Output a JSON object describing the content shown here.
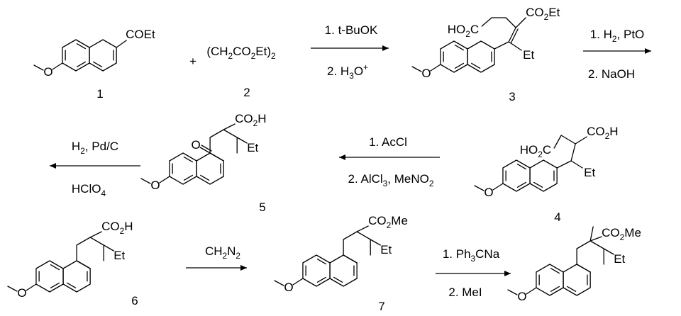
{
  "compounds": {
    "c1": {
      "number": "1",
      "group": "COEt"
    },
    "c2": {
      "number": "2",
      "formula": "(CH2CO2Et)2"
    },
    "c3": {
      "number": "3",
      "acid": "HO2C",
      "ester": "CO2Et",
      "ethyl": "Et"
    },
    "c4": {
      "number": "4",
      "acid1": "HO2C",
      "acid2": "CO2H",
      "ethyl": "Et"
    },
    "c5": {
      "number": "5",
      "oxo": "O",
      "acid": "CO2H",
      "ethyl": "Et"
    },
    "c6": {
      "number": "6",
      "acid": "CO2H",
      "ethyl": "Et"
    },
    "c7": {
      "number": "7",
      "ester": "CO2Me",
      "ethyl": "Et"
    },
    "c8": {
      "ester": "CO2Me",
      "ethyl": "Et"
    }
  },
  "plus_sign": "+",
  "reactions": {
    "r1": {
      "step1": "1. t-BuOK",
      "step2": "2. H3O+"
    },
    "r2": {
      "step1": "1. H2, PtO",
      "step2": "2. NaOH"
    },
    "r3": {
      "step1": "1. AcCl",
      "step2": "2. AlCl3, MeNO2"
    },
    "r4": {
      "step1": "H2, Pd/C",
      "step2": "HClO4"
    },
    "r5": {
      "step1": "CH2N2"
    },
    "r6": {
      "step1": "1. Ph3CNa",
      "step2": "2. MeI"
    }
  }
}
